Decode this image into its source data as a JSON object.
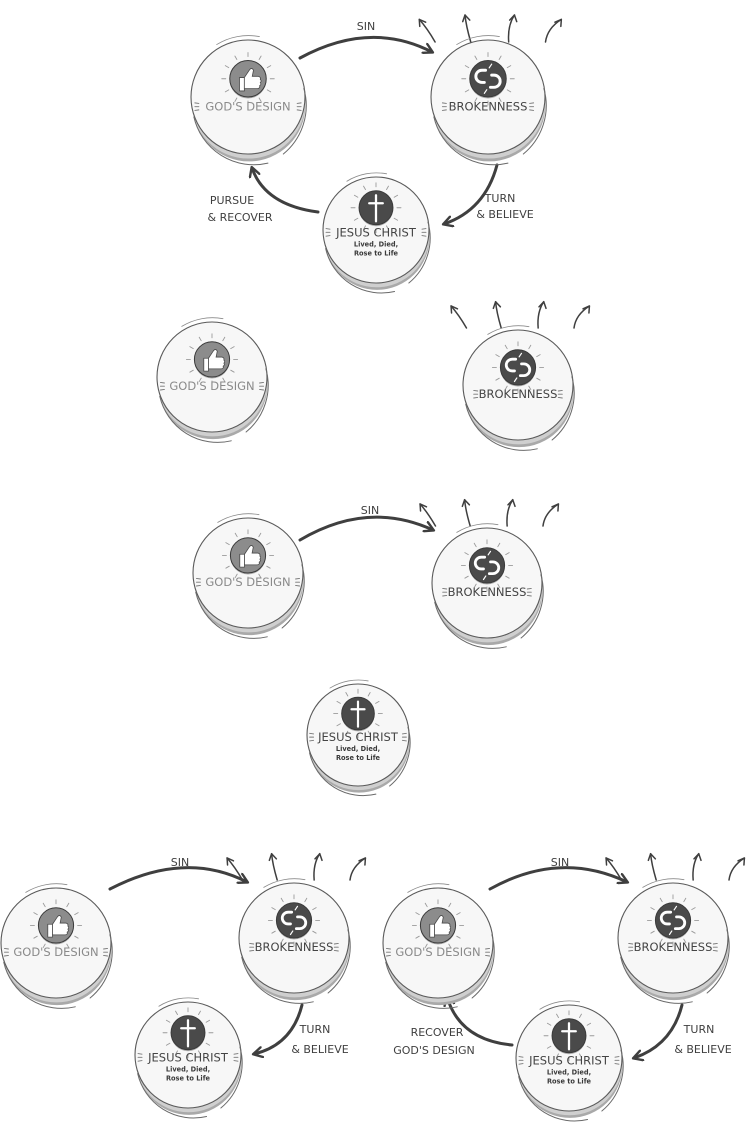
{
  "nodes": {
    "gods_design": {
      "title": "GOD'S DESIGN",
      "icon": "thumbs-up-icon"
    },
    "brokenness": {
      "title": "BROKENNESS",
      "icon": "broken-chain-icon"
    },
    "jesus_christ": {
      "title": "JESUS CHRIST",
      "subtitle_line1": "Lived, Died,",
      "subtitle_line2": "Rose to Life",
      "icon": "cross-icon"
    }
  },
  "arrows": {
    "sin": "SIN",
    "turn": "TURN",
    "believe": "& BELIEVE",
    "pursue": "PURSUE",
    "recover": "& RECOVER",
    "recover_alt": "RECOVER",
    "gods_design_alt": "GOD'S DESIGN"
  },
  "colors": {
    "ink": "#3f3f3f",
    "badge_light": "#8c8c8c",
    "badge_dark": "#4a4a4a",
    "disc_fill": "#f7f7f7",
    "disc_shadow": "#b5b5b5"
  }
}
